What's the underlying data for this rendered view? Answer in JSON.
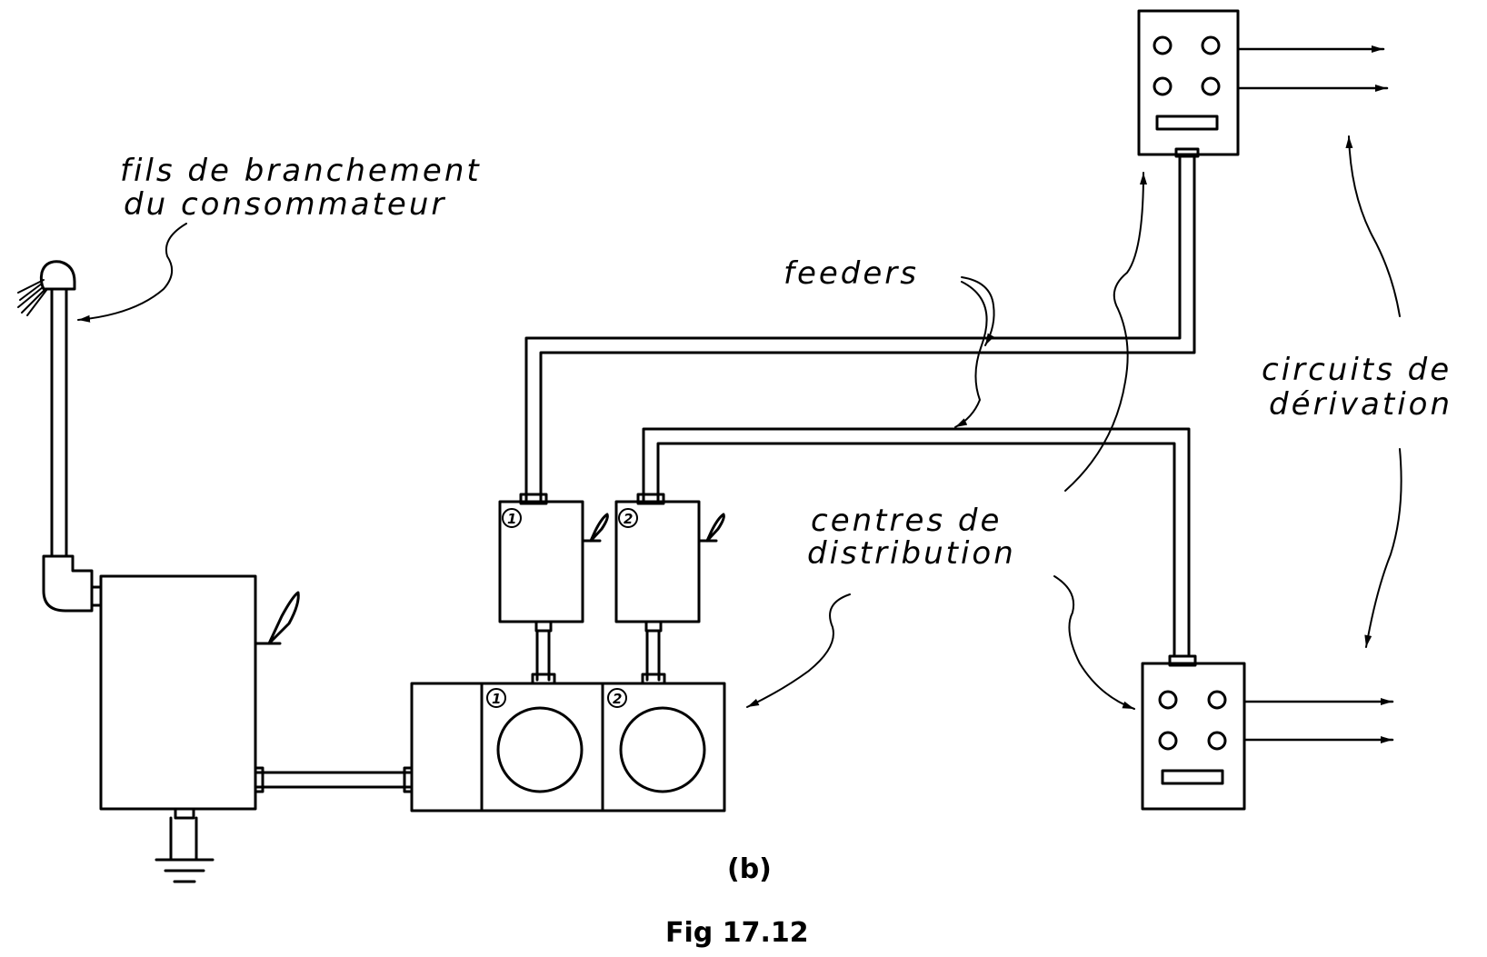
{
  "labels": {
    "consumer_wires_line1": "fils de branchement",
    "consumer_wires_line2": "du consommateur",
    "feeders": "feeders",
    "branch_circuits_line1": "circuits de",
    "branch_circuits_line2": "dérivation",
    "distribution_centers_line1": "centres de",
    "distribution_centers_line2": "distribution"
  },
  "breaker_numbers": [
    "1",
    "2"
  ],
  "subcaption": "(b)",
  "caption": "Fig 17.12"
}
